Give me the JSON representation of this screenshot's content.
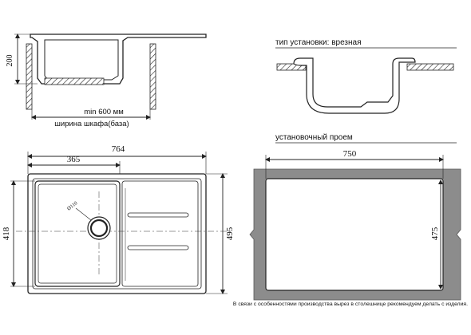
{
  "side_view": {
    "height_label": "200",
    "min_width_label": "min 600 мм",
    "cabinet_label": "ширина шкафа(база)"
  },
  "install_type": {
    "label": "тип установки: врезная"
  },
  "cutout": {
    "label": "установочный проем",
    "width_label": "750",
    "height_label": "475"
  },
  "top_view": {
    "total_width_label": "764",
    "bowl_width_label": "365",
    "bowl_depth_label": "418",
    "total_depth_label": "495",
    "drain_label": "Ø110"
  },
  "footnote": "В связи с особенностями производства вырез в столешнице рекомендуем делать с изделия."
}
